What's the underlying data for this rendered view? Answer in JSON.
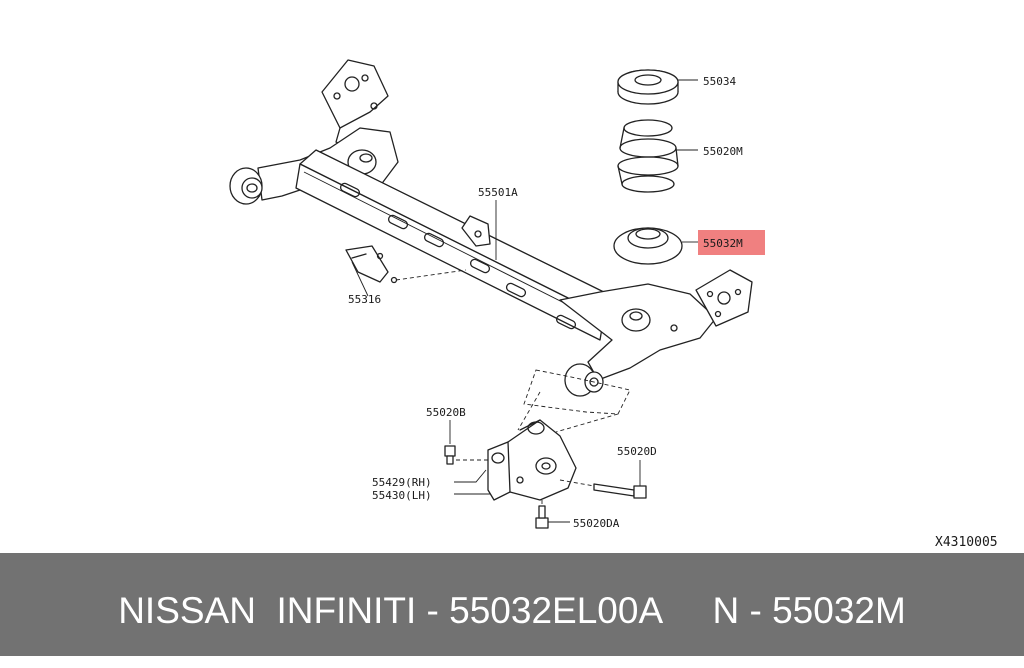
{
  "diagram": {
    "callouts": {
      "seat_upper": "55034",
      "coil_spring": "55020M",
      "seat_lower": "55032M",
      "beam": "55501A",
      "bracket": "55316",
      "bolt_b": "55020B",
      "bracket_rh": "55429(RH)",
      "bracket_lh": "55430(LH)",
      "bolt_d": "55020D",
      "bolt_da": "55020DA"
    },
    "highlight_color": "#f08080",
    "drawing_number": "X4310005"
  },
  "footer": {
    "text": "NISSAN  INFINITI - 55032EL00A     N - 55032M",
    "background": "#727272"
  }
}
